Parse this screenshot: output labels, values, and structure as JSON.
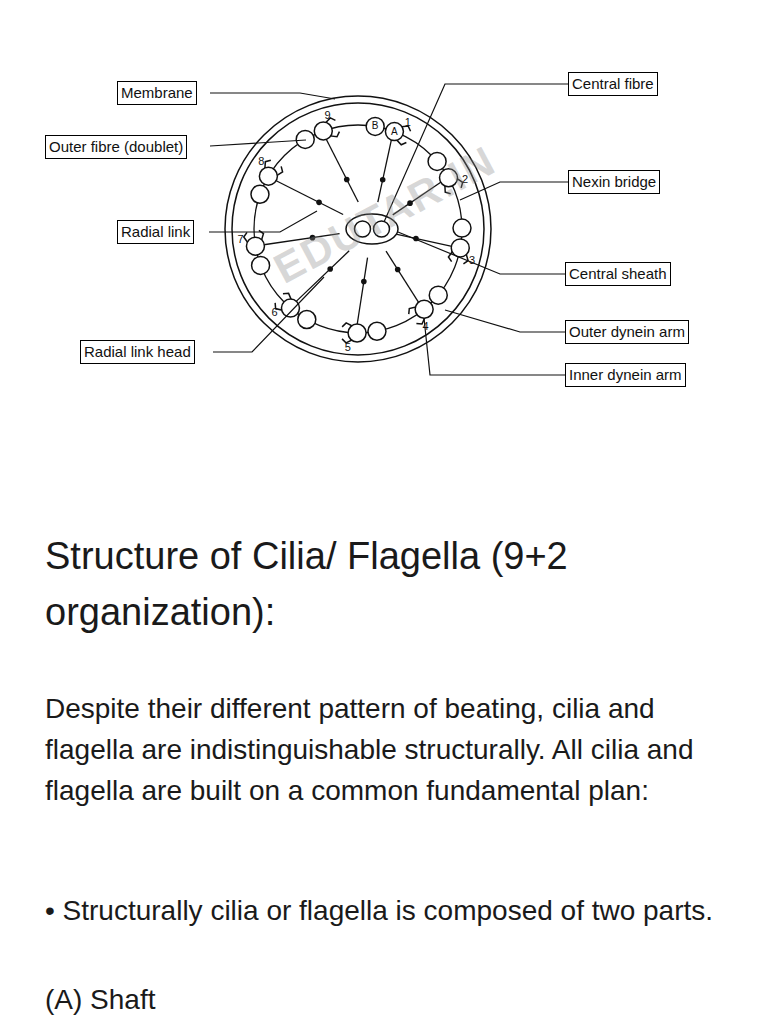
{
  "diagram": {
    "title": "Structure of Cilia/ Flagella (9+2 organization):",
    "nodes": [
      {
        "text": [
          "Membrane"
        ]
      },
      {
        "text": [
          "Outer fibre (doublet)"
        ]
      },
      {
        "text": [
          "Radial link"
        ]
      },
      {
        "text": [
          "Radial link head"
        ]
      },
      {
        "text": [
          "Central fibre"
        ]
      },
      {
        "text": [
          "Nexin bridge"
        ]
      },
      {
        "text": [
          "Central sheath"
        ]
      },
      {
        "text": [
          "Outer dynein arm"
        ]
      },
      {
        "text": [
          "Inner dynein arm"
        ]
      }
    ],
    "labels": [
      "1",
      "B",
      "A",
      "2",
      "3",
      "4",
      "5",
      "6",
      "7",
      "8",
      "9",
      "EDUTAR.IN",
      "Despite their different pattern of beating, cilia and flagella are indistinguishable structurally. All cilia and flagella are built on a common fundamental plan:",
      "• Structurally cilia or flagella is composed of two parts.",
      "(A) Shaft"
    ]
  }
}
